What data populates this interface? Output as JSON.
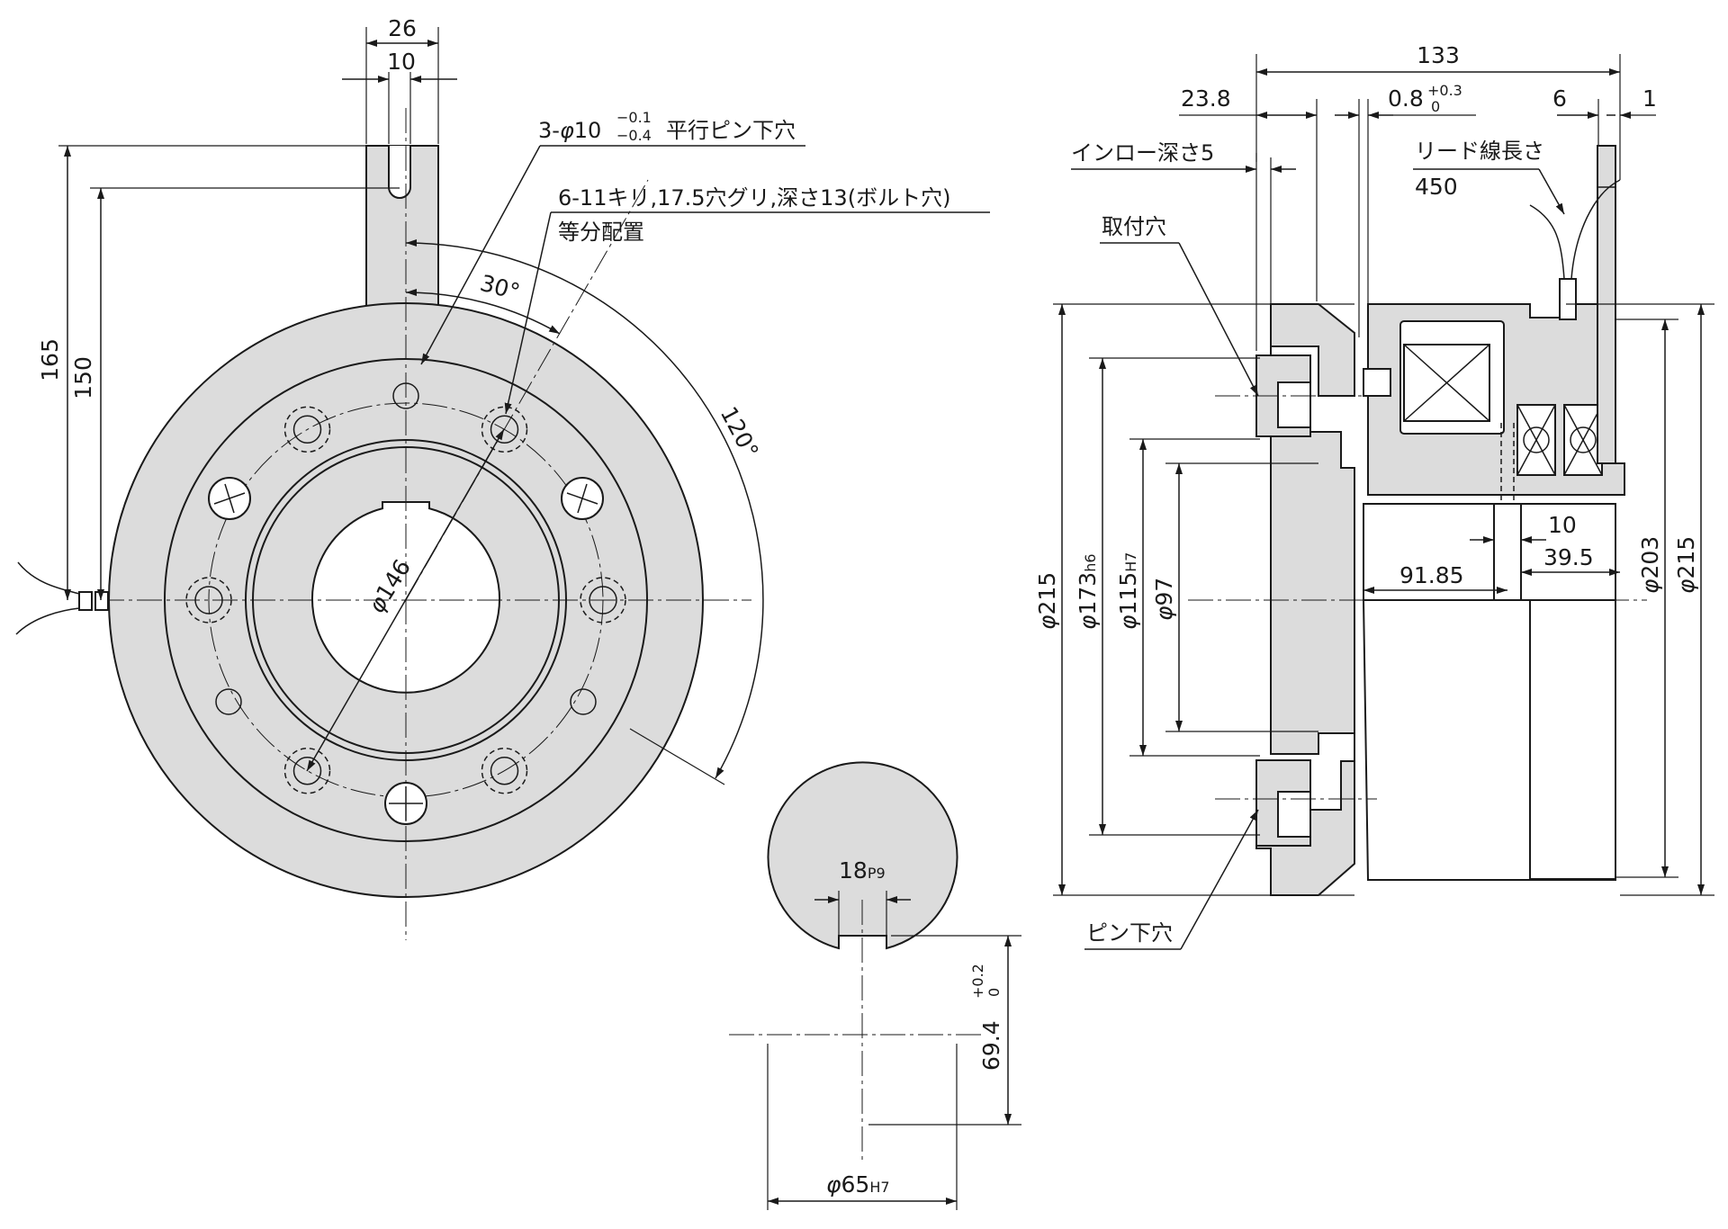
{
  "front_view": {
    "tab_width": "26",
    "slot_width": "10",
    "height_165": "165",
    "height_150": "150",
    "pin_hole_note_prefix": "3-",
    "pin_hole_dia": "10",
    "pin_hole_tol_upper": "−0.1",
    "pin_hole_tol_lower": "−0.4",
    "pin_hole_suffix": "平行ピン下穴",
    "bolt_hole_note_line1": "6-11キリ,17.5穴グリ,深さ13(ボルト穴)",
    "bolt_hole_note_line2": "等分配置",
    "angle_30": "30°",
    "angle_120": "120°",
    "pcd": "146"
  },
  "side_view": {
    "total_length": "133",
    "flange_len": "23.8",
    "gap": "0.8",
    "gap_tol_upper": "+0.3",
    "gap_tol_lower": "0",
    "tab_6": "6",
    "tab_1": "1",
    "spigot_depth": "インロー深さ5",
    "lead_wire_label": "リード線長さ",
    "lead_wire_length": "450",
    "mount_hole": "取付穴",
    "pin_hole": "ピン下穴",
    "d215_left": "215",
    "d173": "173",
    "d173_fit": "h6",
    "d115": "115",
    "d115_fit": "H7",
    "d97": "97",
    "d203": "203",
    "d215_right": "215",
    "len_10": "10",
    "len_39_5": "39.5",
    "len_91_85": "91.85"
  },
  "bore_detail": {
    "key_width": "18",
    "key_fit": "P9",
    "key_height": "69.4",
    "key_tol_upper": "+0.2",
    "key_tol_lower": "0",
    "bore_dia": "65",
    "bore_fit": "H7"
  },
  "symbols": {
    "phi": "φ"
  }
}
